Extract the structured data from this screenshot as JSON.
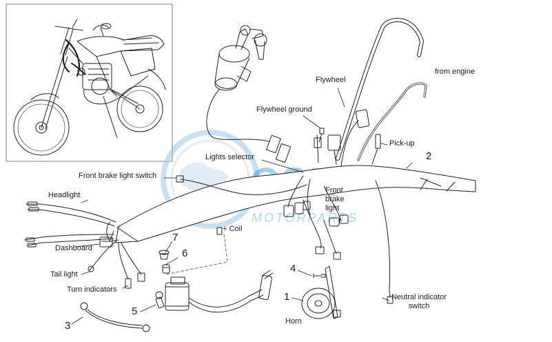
{
  "labels": {
    "from_engine": "from engine",
    "flywheel": "Flywheel",
    "flywheel_ground": "Flywheel ground",
    "pick_up": "Pick-up",
    "lights_selector": "Lights selector",
    "front_brake_light_switch": "Front brake light switch",
    "headlight": "Headlight",
    "front_brake_light": [
      "Front",
      "brake",
      "light"
    ],
    "coil": "+ Coil",
    "dashboard": "Dashboard",
    "tail_light": "Tail light",
    "turn_indicators": "Turn indicators",
    "horn": "Horn",
    "neutral_indicator_switch": [
      "Neutral indicator",
      "switch"
    ]
  },
  "callouts": {
    "n1": "1",
    "n2": "2",
    "n3": "3",
    "n4": "4",
    "n5": "5",
    "n6": "6",
    "n7": "7"
  },
  "watermark": {
    "brand": "OSM",
    "subtitle": "MOTORPARTS"
  },
  "colors": {
    "line": "#1f1f1f",
    "watermark": "#2d8fd2"
  }
}
